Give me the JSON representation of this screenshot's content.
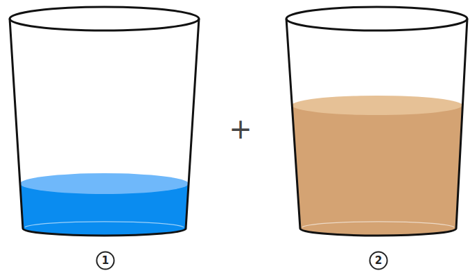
{
  "diagram": {
    "nodes": [
      {
        "text": [
          "1"
        ]
      },
      {
        "text": [
          "2"
        ]
      }
    ],
    "labels": [
      "+"
    ]
  }
}
